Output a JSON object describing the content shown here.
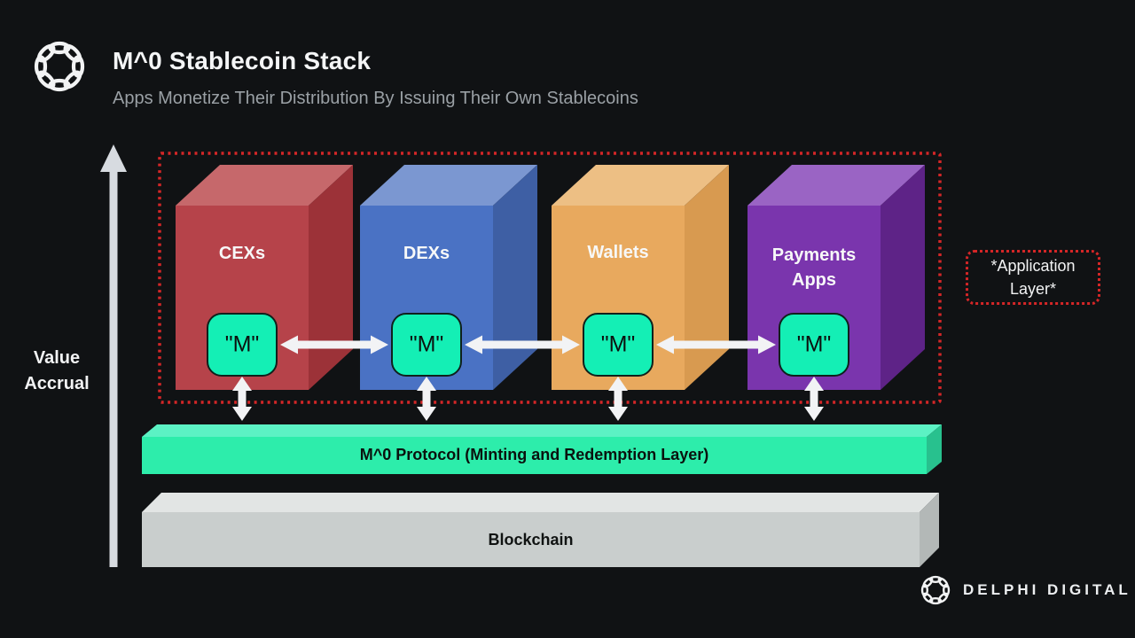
{
  "page": {
    "background": "#101214"
  },
  "header": {
    "title": "M^0 Stablecoin Stack",
    "subtitle": "Apps Monetize Their Distribution By Issuing Their Own Stablecoins"
  },
  "value_axis": {
    "line1": "Value",
    "line2": "Accrual",
    "arrow_color": "#d7dbe0"
  },
  "application_layer": {
    "label": "*Application Layer*",
    "border_color": "#d42627"
  },
  "boxes": [
    {
      "label": "CEXs",
      "token": "\"M\"",
      "front": "#b6434a",
      "top": "#c6686b",
      "side": "#9c3238"
    },
    {
      "label": "DEXs",
      "token": "\"M\"",
      "front": "#4a72c4",
      "top": "#7b97d1",
      "side": "#3e5fa4"
    },
    {
      "label": "Wallets",
      "token": "\"M\"",
      "front": "#e8a95e",
      "top": "#edbf84",
      "side": "#d89a50"
    },
    {
      "label": "Payments Apps",
      "token": "\"M\"",
      "front": "#7a35ad",
      "top": "#9a64c4",
      "side": "#5e2387"
    }
  ],
  "token_chip": {
    "fill": "#14efb5",
    "border": "#0f211c"
  },
  "protocol_bar": {
    "label": "M^0 Protocol (Minting and Redemption Layer)",
    "front": "#2dedab",
    "top": "#5cf2c4",
    "side": "#28c18e"
  },
  "blockchain_bar": {
    "label": "Blockchain",
    "front": "#c9cecd",
    "top": "#e2e5e4",
    "side": "#b3b8b7"
  },
  "footer": {
    "brand": "DELPHI DIGITAL"
  }
}
